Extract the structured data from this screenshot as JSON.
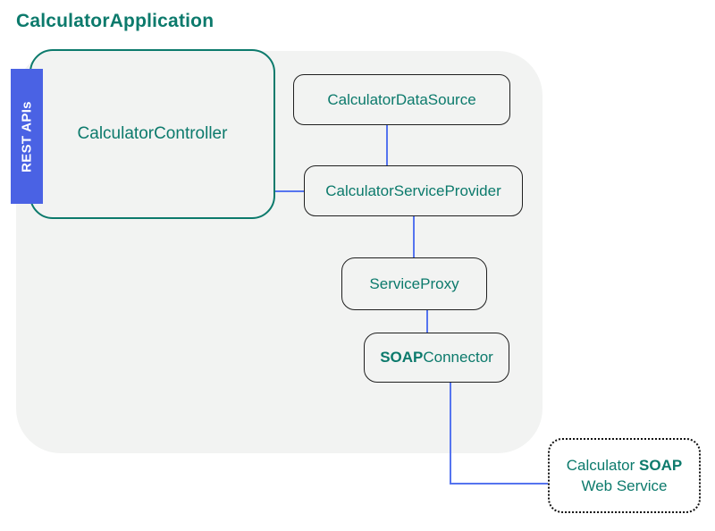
{
  "title": "CalculatorApplication",
  "colors": {
    "teal": "#0c7a6c",
    "container_background": "#f2f3f2",
    "rest_label_blue": "#4a62e4",
    "connector_blue": "#5574ef",
    "box_border": "#1f1f1f",
    "dotted_border": "#111111"
  },
  "nodes": {
    "rest_apis": {
      "label": "REST APIs"
    },
    "controller": {
      "label": "CalculatorController"
    },
    "data_source": {
      "label": "CalculatorDataSource"
    },
    "service_provider": {
      "label": "CalculatorServiceProvider"
    },
    "service_proxy": {
      "label": "ServiceProxy"
    },
    "soap_connector": {
      "label_bold": "SOAP",
      "label_rest": "Connector"
    },
    "web_service": {
      "line1_text": "Calculator ",
      "line1_bold": "SOAP",
      "line2_text": "Web Service"
    }
  },
  "connections": [
    {
      "from": "CalculatorController",
      "to": "CalculatorServiceProvider"
    },
    {
      "from": "CalculatorDataSource",
      "to": "CalculatorServiceProvider"
    },
    {
      "from": "CalculatorServiceProvider",
      "to": "ServiceProxy"
    },
    {
      "from": "ServiceProxy",
      "to": "SOAPConnector"
    },
    {
      "from": "SOAPConnector",
      "to": "Calculator SOAP Web Service"
    }
  ]
}
